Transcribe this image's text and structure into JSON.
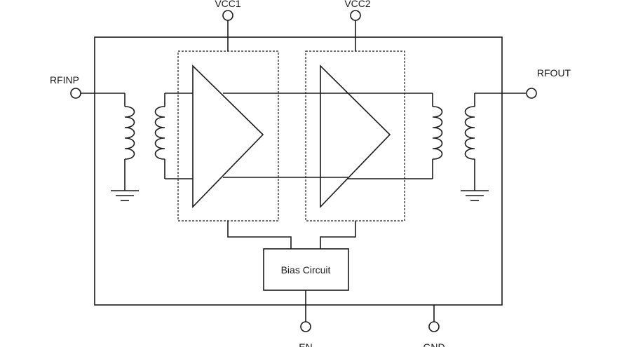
{
  "labels": {
    "vcc1": "VCC1",
    "vcc2": "VCC2",
    "rf_input": "RFINP",
    "rf_output": "RFOUT",
    "enable": "EN",
    "ground": "GND",
    "bias_block": "Bias Circuit"
  },
  "icons": {
    "input_ground": "ground-icon",
    "output_ground": "ground-icon",
    "amplifier_1": "amplifier-triangle-icon",
    "amplifier_2": "amplifier-triangle-icon",
    "input_inductor": "inductor-coil-icon",
    "output_inductor": "inductor-coil-icon"
  }
}
